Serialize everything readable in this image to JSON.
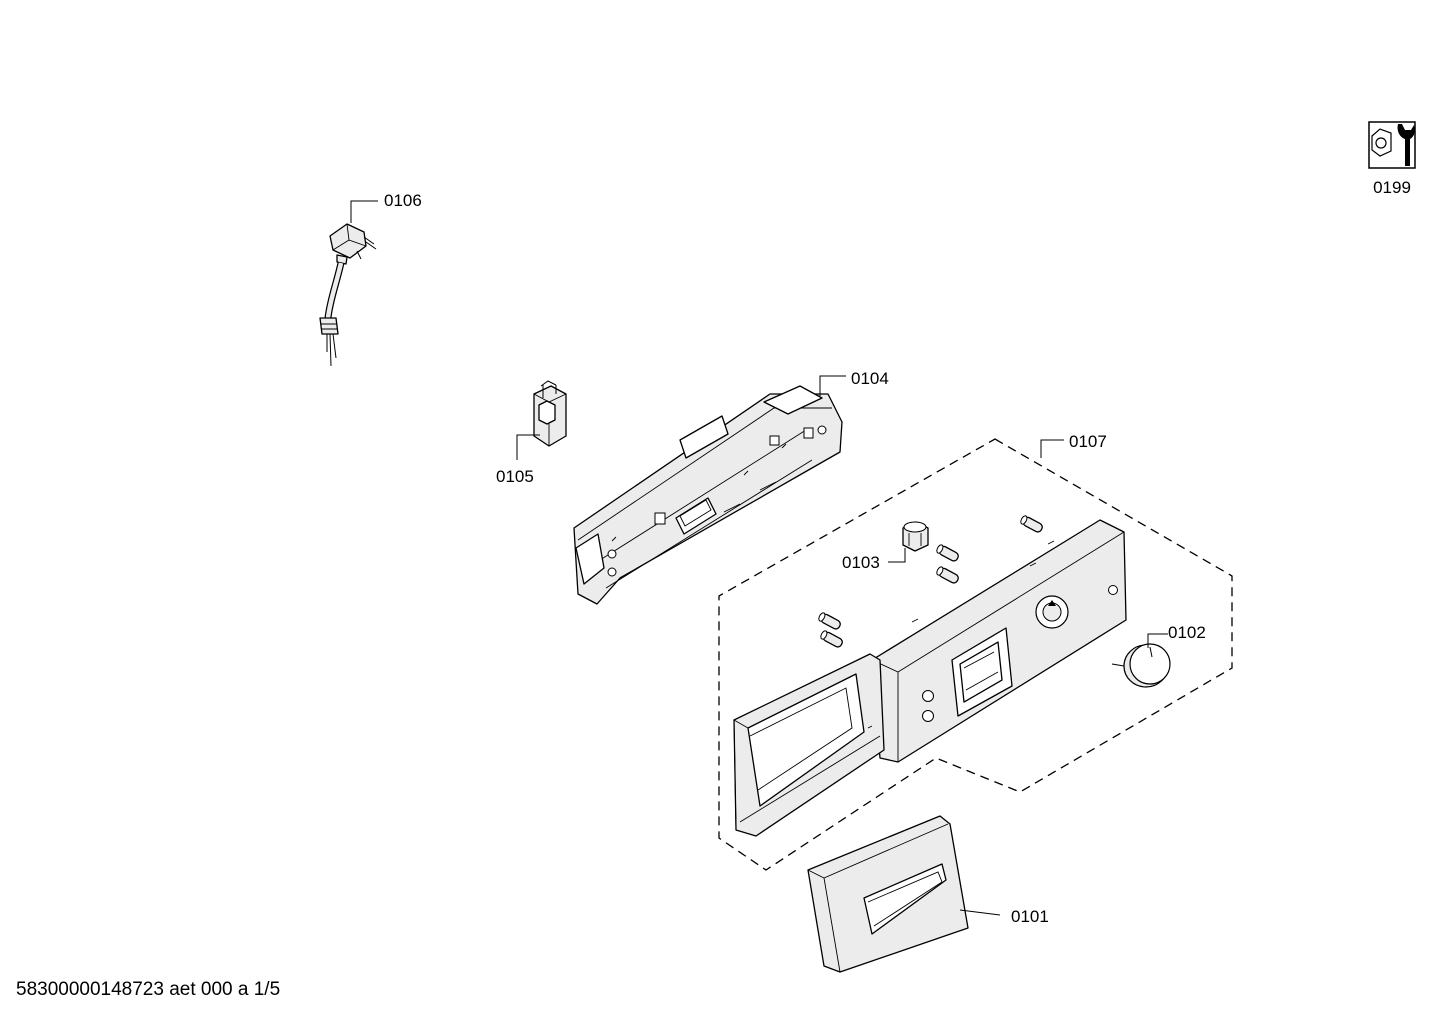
{
  "parts": {
    "p0101": "0101",
    "p0102": "0102",
    "p0103": "0103",
    "p0104": "0104",
    "p0105": "0105",
    "p0106": "0106",
    "p0107": "0107",
    "p0199": "0199"
  },
  "icons": {
    "tool_icon": "wrench-nut-icon"
  },
  "footer": {
    "doc_id": "58300000148723 aet 000 a 1/5"
  }
}
